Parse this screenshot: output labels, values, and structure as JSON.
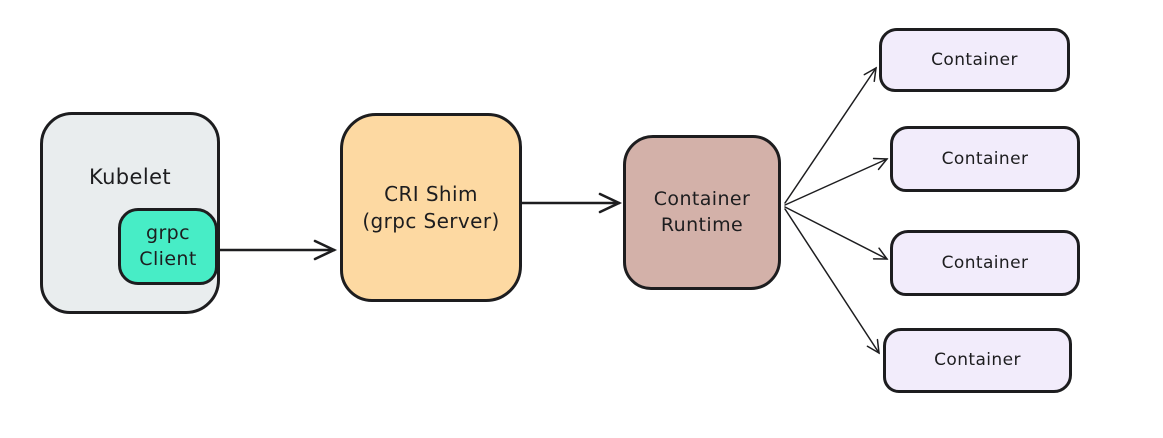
{
  "diagram": {
    "description": "Kubernetes CRI architecture diagram",
    "nodes": {
      "kubelet": {
        "label": "Kubelet"
      },
      "grpc_client": {
        "label": "grpc\nClient"
      },
      "cri_shim": {
        "label": "CRI Shim\n(grpc Server)"
      },
      "container_runtime": {
        "label": "Container\nRuntime"
      },
      "containers": [
        {
          "label": "Container"
        },
        {
          "label": "Container"
        },
        {
          "label": "Container"
        },
        {
          "label": "Container"
        }
      ]
    },
    "edges": [
      {
        "from": "grpc-client",
        "to": "cri-shim",
        "style": "thick-arrow"
      },
      {
        "from": "cri-shim",
        "to": "container-runtime",
        "style": "thick-arrow"
      },
      {
        "from": "container-runtime",
        "to": "container-1",
        "style": "thin-arrow"
      },
      {
        "from": "container-runtime",
        "to": "container-2",
        "style": "thin-arrow"
      },
      {
        "from": "container-runtime",
        "to": "container-3",
        "style": "thin-arrow"
      },
      {
        "from": "container-runtime",
        "to": "container-4",
        "style": "thin-arrow"
      }
    ],
    "colors": {
      "stroke": "#1d1d1f",
      "kubelet_fill": "#e9edee",
      "grpc_client_fill": "#47edc6",
      "cri_shim_fill": "#fdd9a2",
      "container_runtime_fill": "#d3b1a9",
      "container_fill": "#f2ecfb",
      "background": "#ffffff"
    }
  }
}
